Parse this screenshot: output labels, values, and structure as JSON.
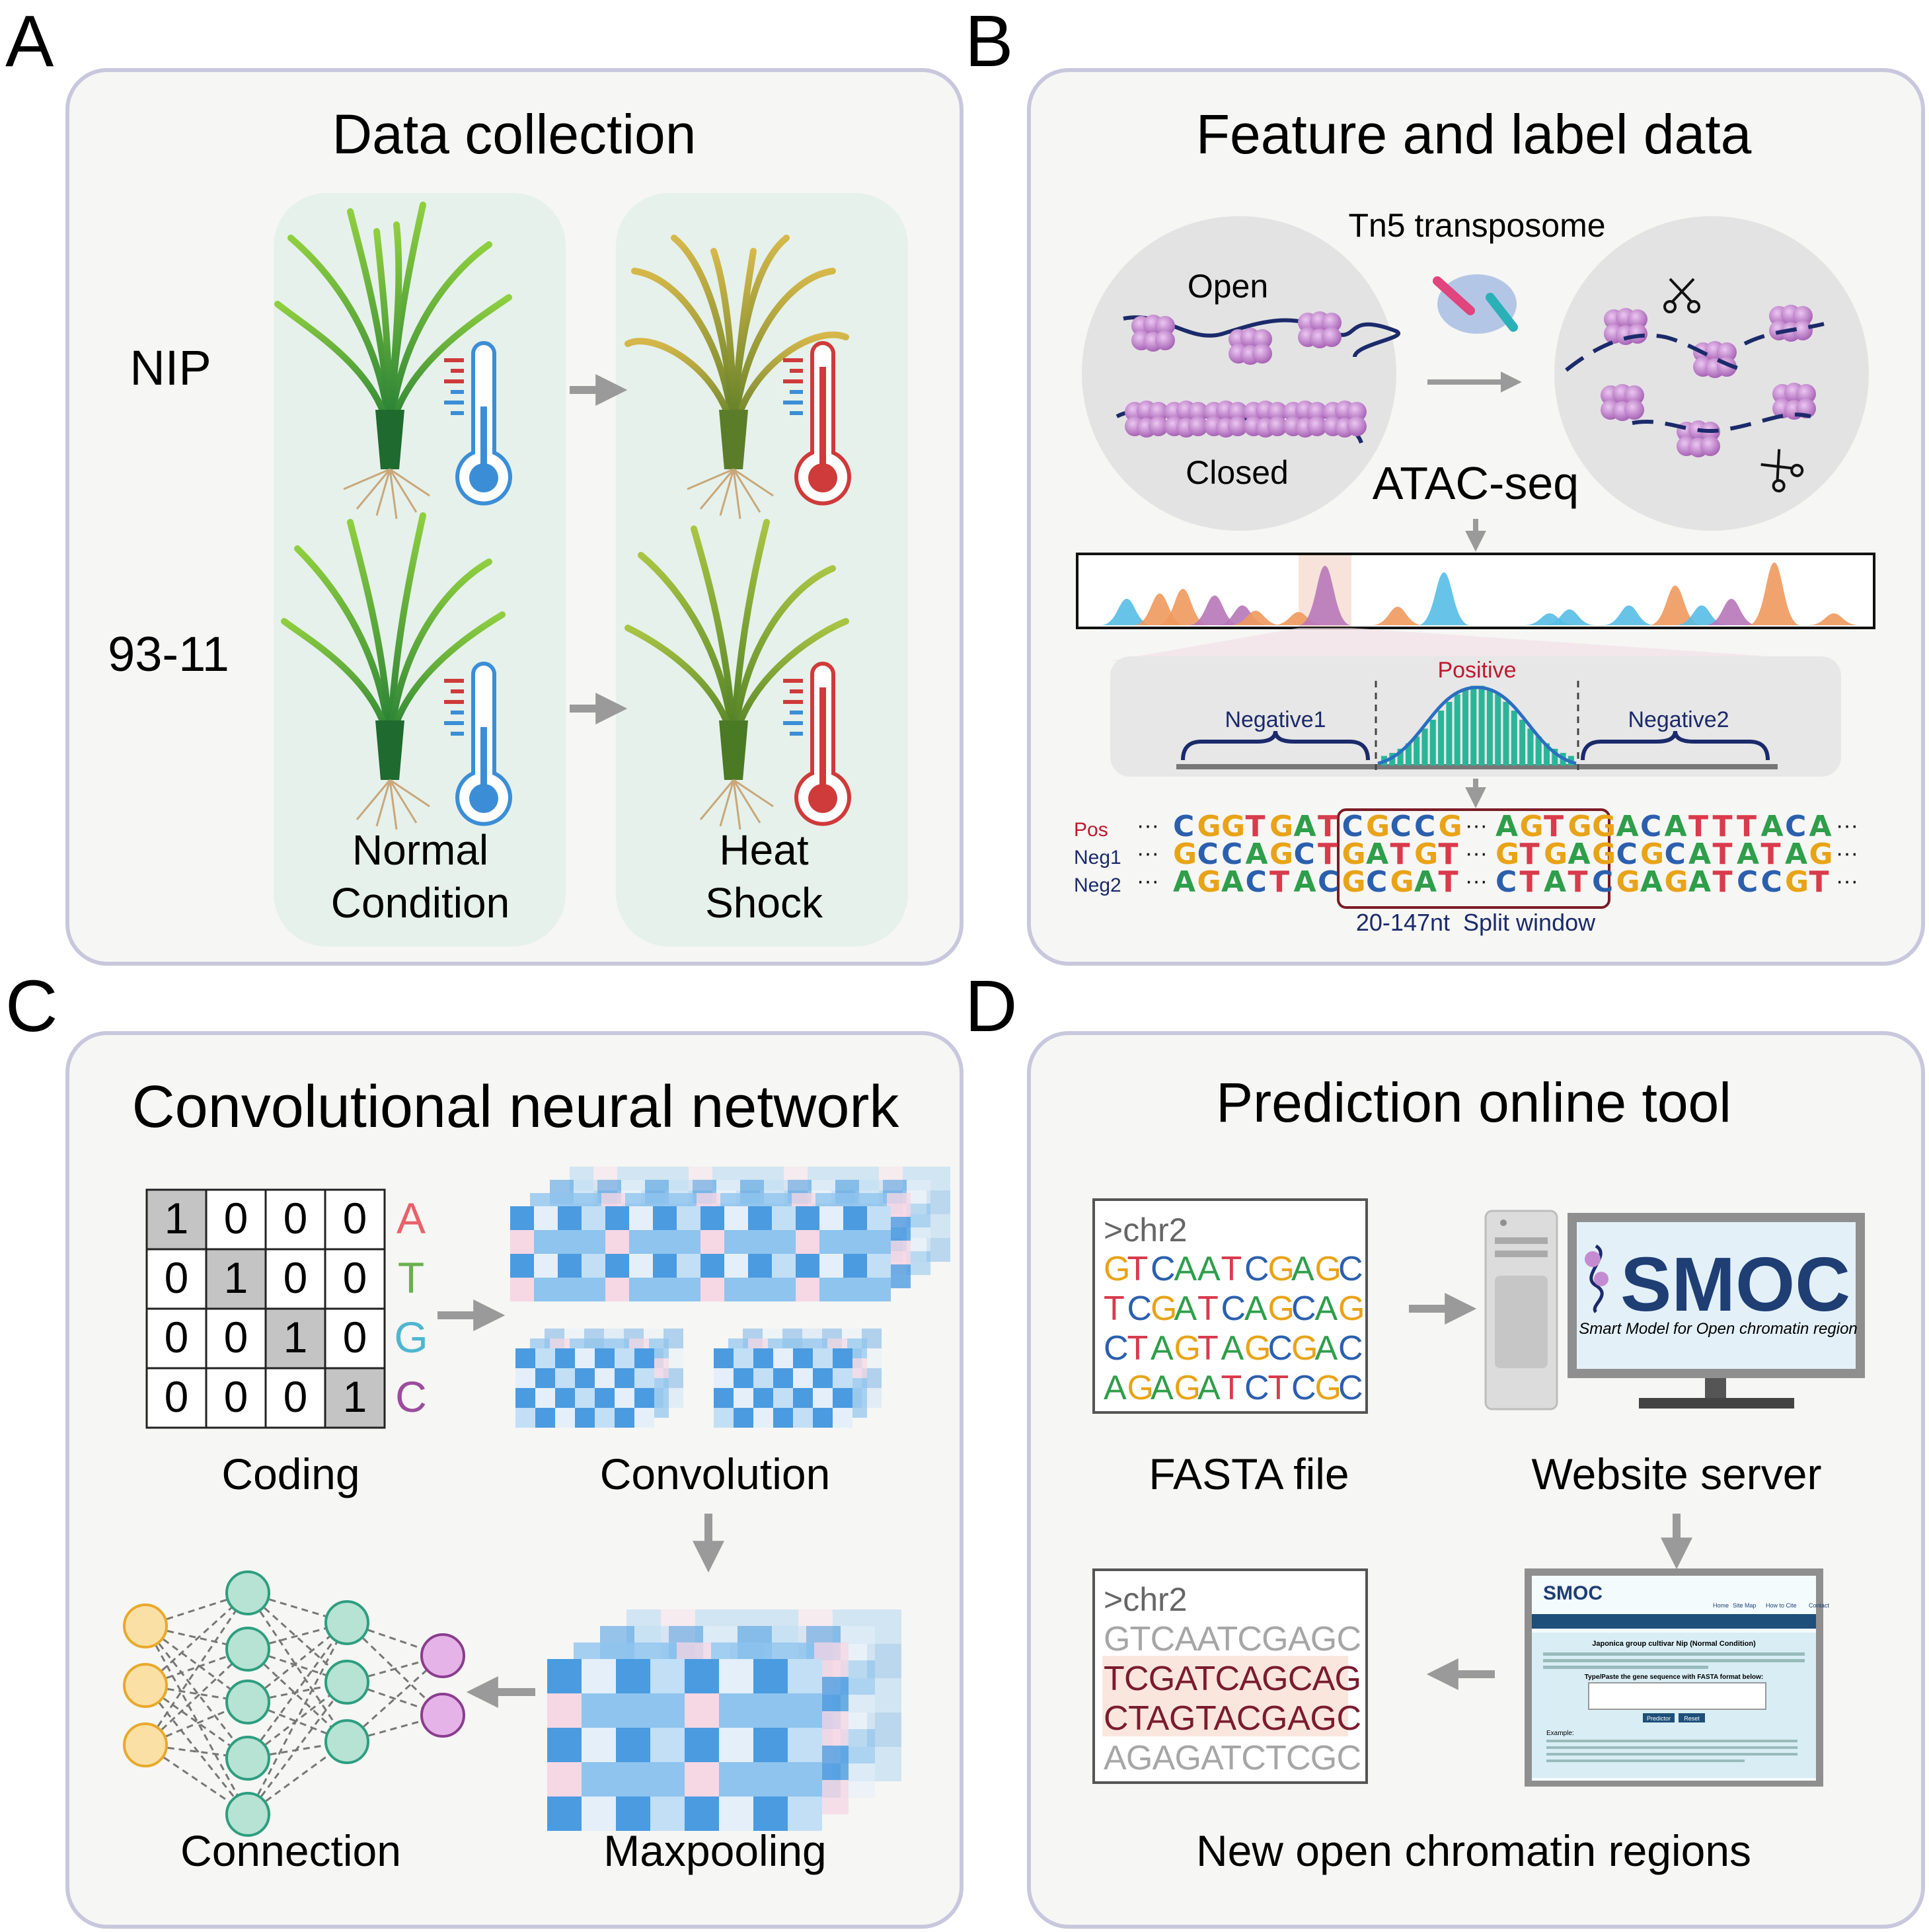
{
  "colors": {
    "panel_border": "#c9c7dd",
    "panel_fill": "#f6f6f4",
    "inner_box_fill": "#e6f1eb",
    "arrow_gray": "#9a9a9a",
    "base_A": "#2e9e4a",
    "base_T": "#d93b4c",
    "base_G": "#e8a317",
    "base_C": "#2b5fae",
    "nucleosome": "#c58bd2",
    "cold_blue": "#3b8ed6",
    "hot_red": "#cf3a3a",
    "peak_blue": "#57bde6",
    "peak_orange": "#f0995e",
    "peak_purple": "#b777b9",
    "hist_teal": "#2bb598",
    "navy": "#1b2a6b",
    "dark_red": "#c0182e"
  },
  "panelA": {
    "letter": "A",
    "title": "Data collection",
    "row1": "NIP",
    "row2": "93-11",
    "col1_line1": "Normal",
    "col1_line2": "Condition",
    "col2_line1": "Heat",
    "col2_line2": "Shock",
    "icons": [
      "rice-plant-icon",
      "thermometer-cold-icon",
      "thermometer-hot-icon"
    ]
  },
  "panelB": {
    "letter": "B",
    "title": "Feature and label data",
    "transposome": "Tn5 transposome",
    "open": "Open",
    "closed": "Closed",
    "method": "ATAC-seq",
    "positive": "Positive",
    "negative1": "Negative1",
    "negative2": "Negative2",
    "window_label": "20-147nt  Split window",
    "seq_labels": [
      "Pos",
      "Neg1",
      "Neg2"
    ],
    "seqs": [
      {
        "left": "CGGTGAT",
        "box1": "CGCCG",
        "box2": "AGTGG",
        "right": "ACATTTACA"
      },
      {
        "left": "GCCAGCT",
        "box1": "GATGT",
        "box2": "GTGAG",
        "right": "CGCATATAG"
      },
      {
        "left": "AGACTAC",
        "box1": "GCGAT",
        "box2": "CTATC",
        "right": "GAGATCCGT"
      }
    ],
    "dots": "···"
  },
  "panelC": {
    "letter": "C",
    "title": "Convolutional neural network",
    "matrix": [
      [
        "1",
        "0",
        "0",
        "0"
      ],
      [
        "0",
        "1",
        "0",
        "0"
      ],
      [
        "0",
        "0",
        "1",
        "0"
      ],
      [
        "0",
        "0",
        "0",
        "1"
      ]
    ],
    "bases": [
      "A",
      "T",
      "G",
      "C"
    ],
    "coding": "Coding",
    "convolution": "Convolution",
    "maxpooling": "Maxpooling",
    "connection": "Connection"
  },
  "panelD": {
    "letter": "D",
    "title": "Prediction online tool",
    "fasta_header": ">chr2",
    "fasta_lines": [
      "GTCAATCGAGC",
      "TCGATCAGCAG",
      "CTAGTAGCGAC",
      "AGAGATCTCGC"
    ],
    "fasta_label": "FASTA file",
    "server_label": "Website server",
    "logo": "SMOC",
    "logo_sub": "Smart Model for Open chromatin region",
    "result_header": ">chr2",
    "result_lines": [
      "GTCAATCGAGC",
      "TCGATCAGCAG",
      "CTAGTACGAGC",
      "AGAGATCTCGC"
    ],
    "result_label": "New open chromatin regions",
    "website": {
      "logo": "SMOC",
      "nav": [
        "Home",
        "Site Map",
        "How to Cite",
        "Contact"
      ],
      "heading": "Japonica group cultivar Nip (Normal Condition)",
      "prompt": "Type/Paste the gene sequence with FASTA format below:",
      "predict_btn": "Predictor",
      "reset_btn": "Reset",
      "example": "Example:"
    }
  }
}
